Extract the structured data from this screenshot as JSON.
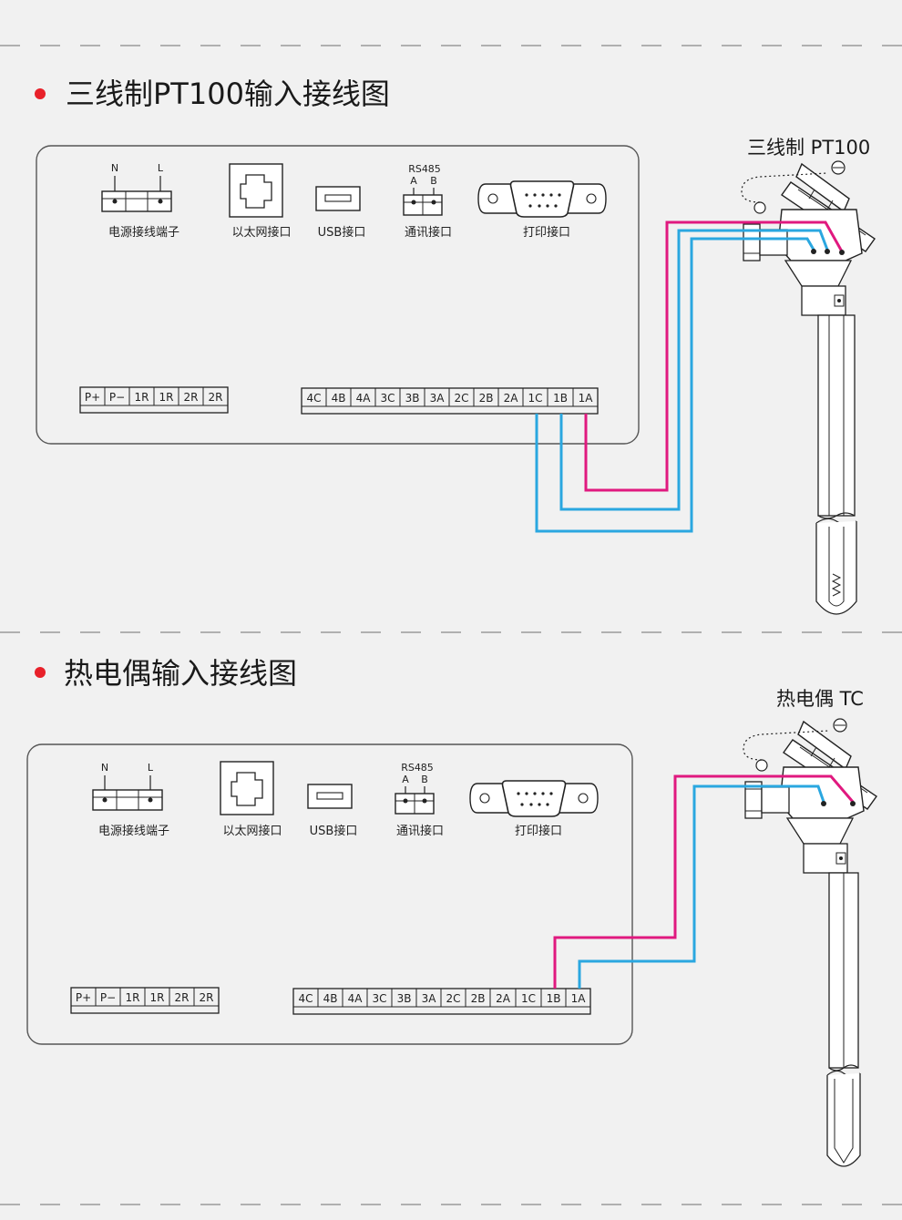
{
  "sections": [
    {
      "title": "三线制PT100输入接线图",
      "sensor_label": "三线制 PT100",
      "ports": {
        "power_n": "N",
        "power_l": "L",
        "power": "电源接线端子",
        "ethernet": "以太网接口",
        "usb": "USB接口",
        "rs485_title": "RS485",
        "rs485_a": "A",
        "rs485_b": "B",
        "comm": "通讯接口",
        "print": "打印接口"
      },
      "left_terminals": [
        "P+",
        "P−",
        "1R",
        "1R",
        "2R",
        "2R"
      ],
      "right_terminals": [
        "4C",
        "4B",
        "4A",
        "3C",
        "3B",
        "3A",
        "2C",
        "2B",
        "2A",
        "1C",
        "1B",
        "1A"
      ]
    },
    {
      "title": "热电偶输入接线图",
      "sensor_label": "热电偶 TC",
      "ports": {
        "power_n": "N",
        "power_l": "L",
        "power": "电源接线端子",
        "ethernet": "以太网接口",
        "usb": "USB接口",
        "rs485_title": "RS485",
        "rs485_a": "A",
        "rs485_b": "B",
        "comm": "通讯接口",
        "print": "打印接口"
      },
      "left_terminals": [
        "P+",
        "P−",
        "1R",
        "1R",
        "2R",
        "2R"
      ],
      "right_terminals": [
        "4C",
        "4B",
        "4A",
        "3C",
        "3B",
        "3A",
        "2C",
        "2B",
        "2A",
        "1C",
        "1B",
        "1A"
      ]
    }
  ],
  "colors": {
    "bullet": "#e8212a",
    "wire_magenta": "#e0197f",
    "wire_blue": "#2aa7e0",
    "dash": "#9a9a9a",
    "panel_border": "#555555"
  }
}
